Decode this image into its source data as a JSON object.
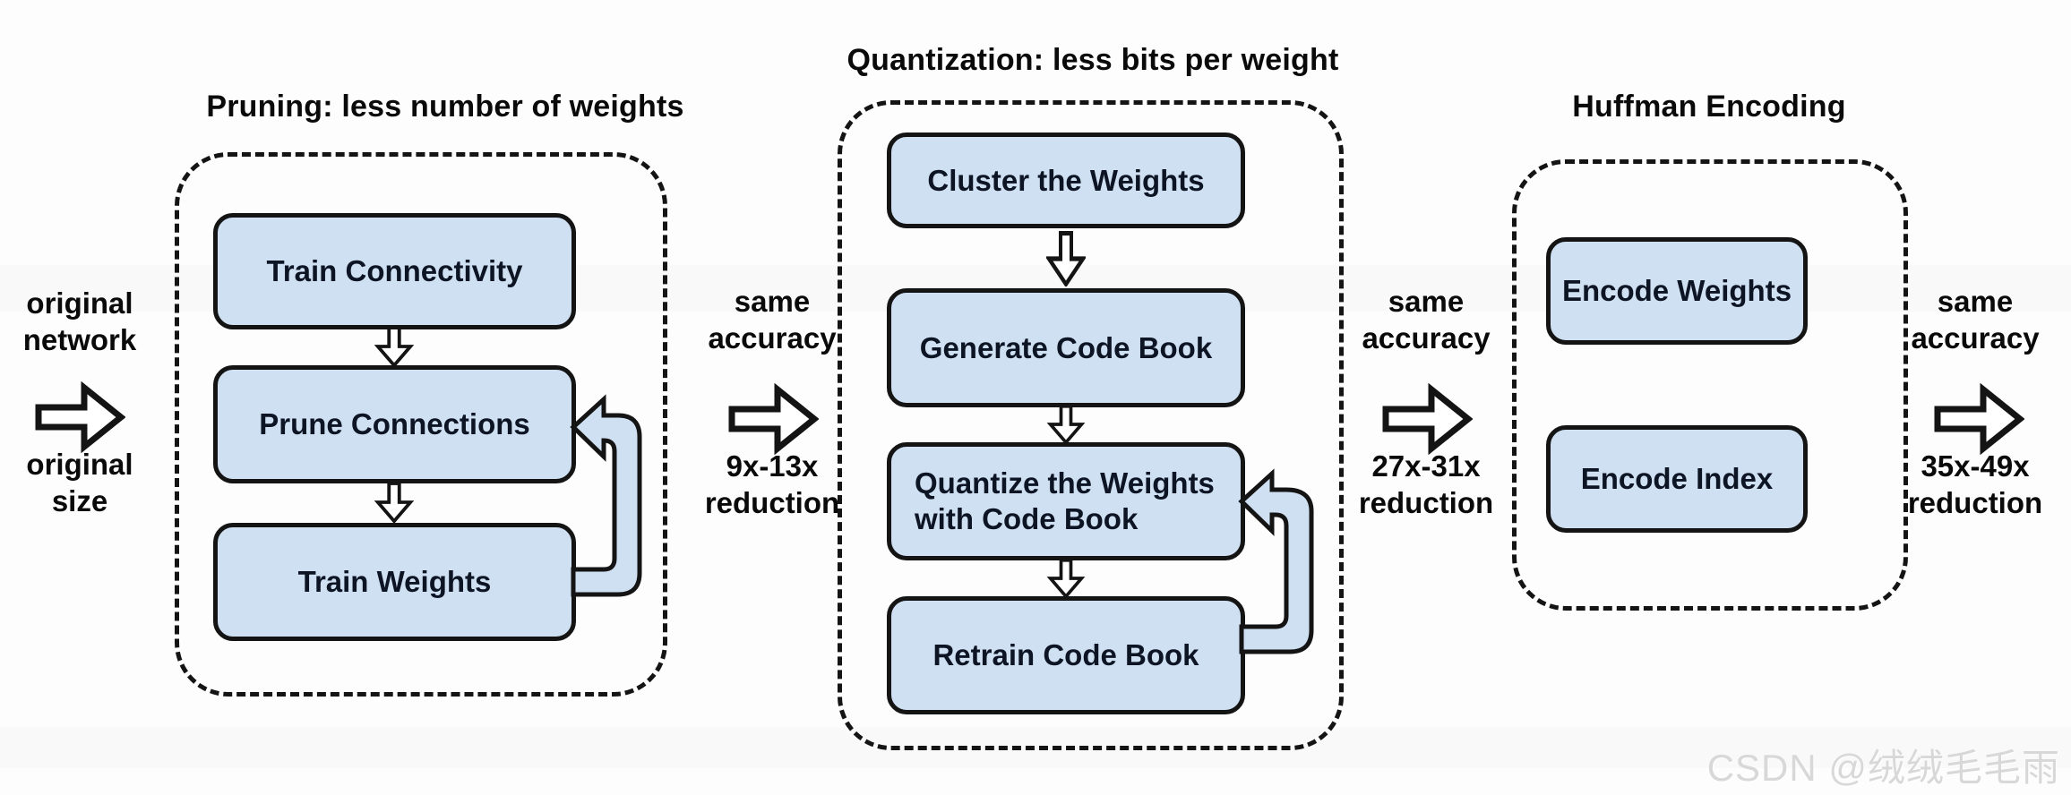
{
  "diagram": {
    "input": {
      "label_top": "original network",
      "label_bottom": "original size"
    },
    "stages": [
      {
        "title": "Pruning: less number of weights",
        "boxes": [
          "Train Connectivity",
          "Prune Connections",
          "Train Weights"
        ],
        "loop": {
          "from": "Train Weights",
          "to": "Prune Connections"
        }
      },
      {
        "title": "Quantization: less bits per weight",
        "boxes": [
          "Cluster the Weights",
          "Generate Code Book",
          "Quantize the Weights with Code Book",
          "Retrain Code Book"
        ],
        "loop": {
          "from": "Retrain Code Book",
          "to": "Quantize the Weights with Code Book"
        }
      },
      {
        "title": "Huffman Encoding",
        "boxes": [
          "Encode Weights",
          "Encode Index"
        ],
        "loop": null
      }
    ],
    "connectors": [
      {
        "top": "same accuracy",
        "bottom": "9x-13x reduction"
      },
      {
        "top": "same accuracy",
        "bottom": "27x-31x reduction"
      },
      {
        "top": "same accuracy",
        "bottom": "35x-49x reduction"
      }
    ]
  },
  "watermark": {
    "text": "CSDN @绒绒毛毛雨"
  },
  "colors": {
    "box_fill": "#cfe0f2",
    "line": "#141414",
    "box_text": "#0d1524",
    "label_text": "#0a0a0a",
    "watermark": "#d8d8d8",
    "background": "#fdfdfd"
  }
}
